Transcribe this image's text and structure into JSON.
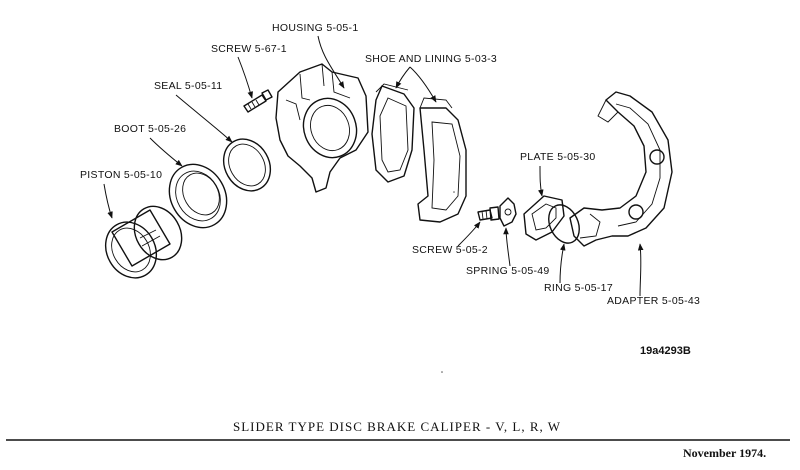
{
  "labels": {
    "housing": "HOUSING 5-05-1",
    "screw_top": "SCREW 5-67-1",
    "shoe_lining": "SHOE AND LINING 5-03-3",
    "seal": "SEAL 5-05-11",
    "boot": "BOOT 5-05-26",
    "piston": "PISTON 5-05-10",
    "plate": "PLATE 5-05-30",
    "screw_bottom": "SCREW 5-05-2",
    "spring": "SPRING 5-05-49",
    "ring": "RING 5-05-17",
    "adapter": "ADAPTER 5-05-43"
  },
  "figure_number": "19a4293B",
  "caption": "SLIDER TYPE DISC BRAKE CALIPER - V, L, R, W",
  "date": "November 1974."
}
